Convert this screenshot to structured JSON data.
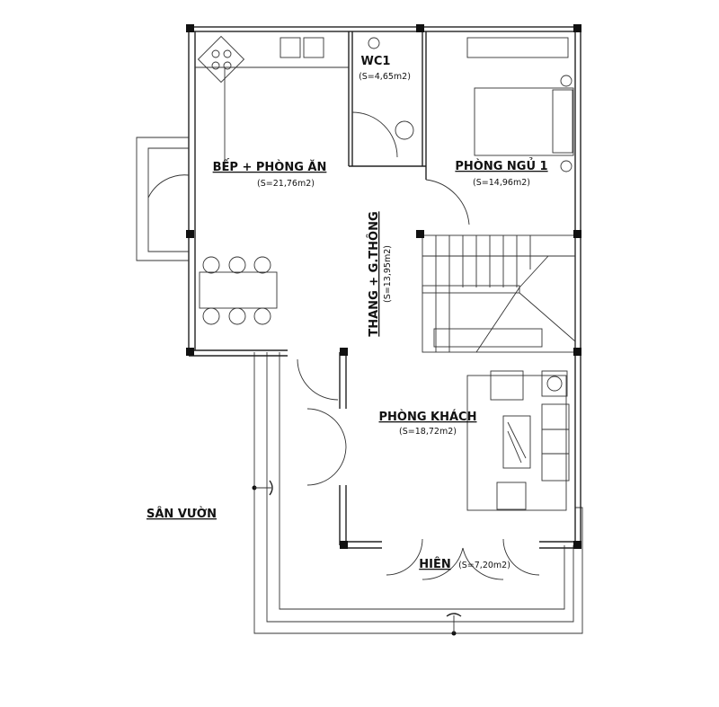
{
  "rooms": {
    "kitchen": {
      "name": "BẾP + PHÒNG ĂN",
      "area": "(S=21,76m2)"
    },
    "wc": {
      "name": "WC1",
      "area": "(S=4,65m2)"
    },
    "bedroom": {
      "name": "PHÒNG NGỦ 1",
      "area": "(S=14,96m2)"
    },
    "stair": {
      "name": "THANG + G.THÔNG",
      "area": "(S=13,95m2)"
    },
    "living": {
      "name": "PHÒNG KHÁCH",
      "area": "(S=18,72m2)"
    },
    "porch": {
      "name": "HIÊN",
      "area": "(S=7,20m2)"
    },
    "garden": {
      "name": "SÂN VƯỜN"
    }
  }
}
